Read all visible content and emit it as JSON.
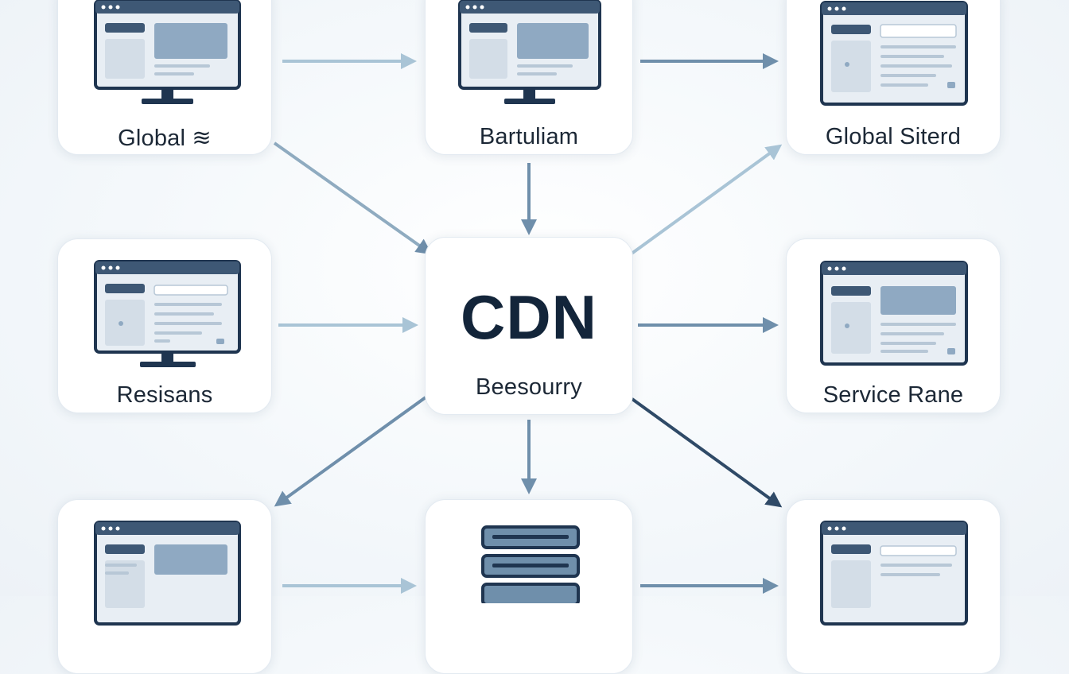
{
  "nodes": {
    "top_left": {
      "label": "Global ≋",
      "icon": "monitor-icon"
    },
    "top_center": {
      "label": "Bartuliam",
      "icon": "monitor-icon"
    },
    "top_right": {
      "label": "Global Siterd",
      "icon": "browser-window-icon"
    },
    "mid_left": {
      "label": "Resisans",
      "icon": "monitor-icon"
    },
    "center": {
      "title": "CDN",
      "label": "Beesourry"
    },
    "mid_right": {
      "label": "Service Rane",
      "icon": "browser-window-icon"
    },
    "bottom_left": {
      "label": "",
      "icon": "browser-window-icon"
    },
    "bottom_center": {
      "label": "",
      "icon": "server-stack-icon"
    },
    "bottom_right": {
      "label": "",
      "icon": "browser-window-icon"
    }
  },
  "colors": {
    "frame": "#1f3550",
    "titlebar": "#3e5875",
    "panel": "#e8eef4",
    "block": "#8fa9c2",
    "line": "#b7c7d6",
    "arrow_light": "#a9c4d6",
    "arrow_mid": "#6f8fab",
    "arrow_dark": "#2f4a67"
  }
}
